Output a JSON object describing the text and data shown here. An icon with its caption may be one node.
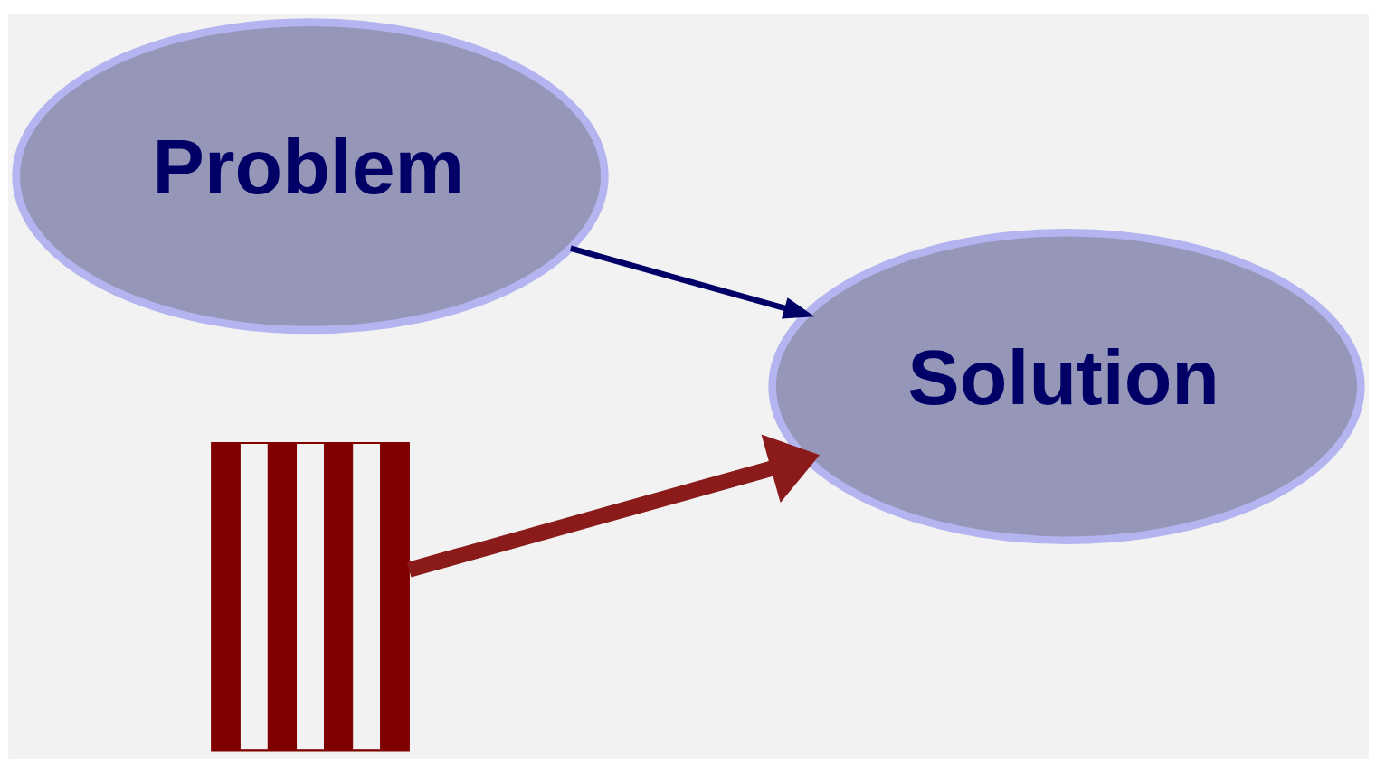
{
  "diagram": {
    "nodes": [
      {
        "text": [
          "Problem"
        ]
      },
      {
        "text": [
          "Solution"
        ]
      },
      {
        "text": [],
        "shape": "bar"
      }
    ],
    "edges": [
      {
        "from": 0,
        "to": 1,
        "arrow": "to"
      },
      {
        "from": 2,
        "to": 1,
        "arrow": "to",
        "style": "thick",
        "color": "#8b1a1a"
      }
    ]
  }
}
